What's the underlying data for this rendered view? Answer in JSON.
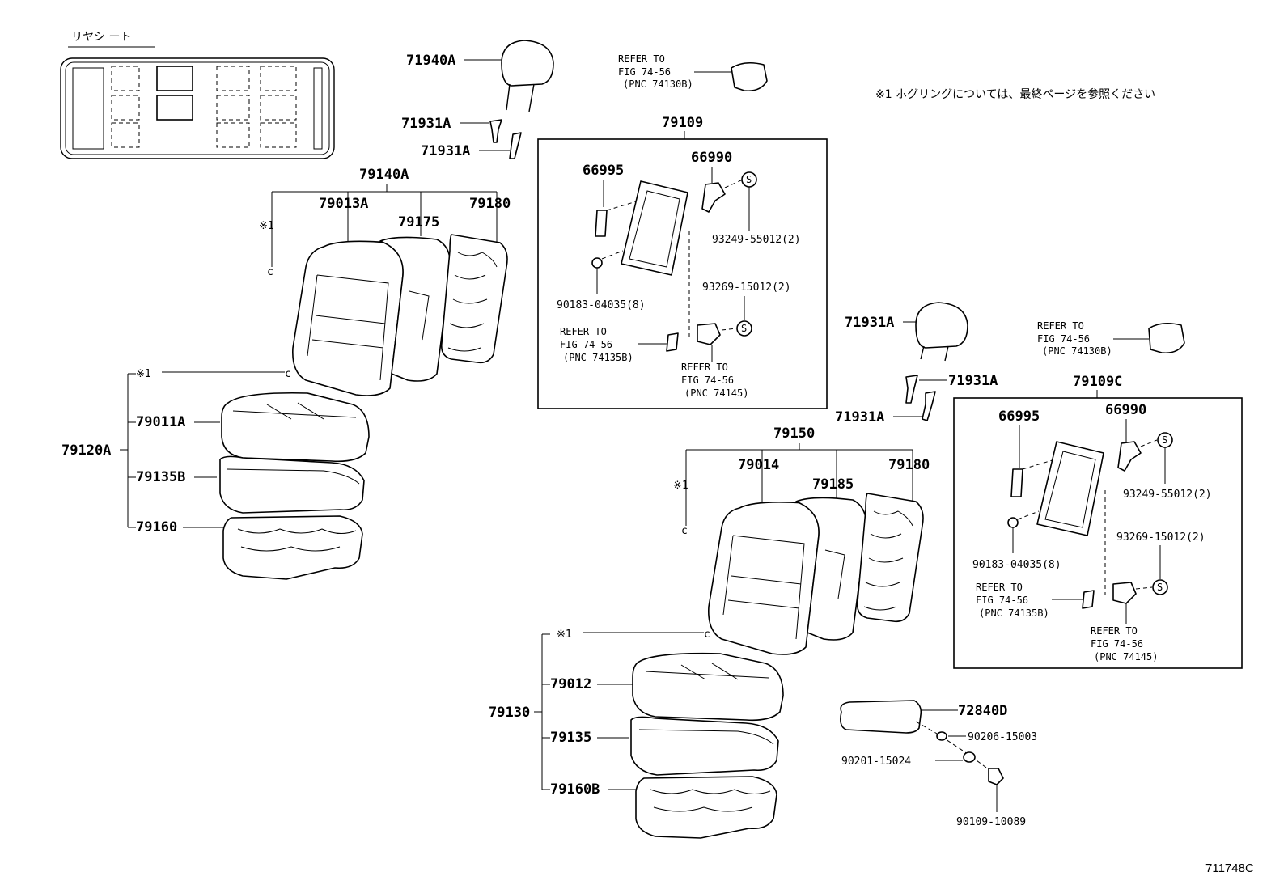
{
  "diagram": {
    "vehicle_label": "リヤシ ート",
    "note": "※1 ホグリングについては、最終ページを参照ください",
    "figure_code": "711748C",
    "marks": {
      "asterisk1": "※1",
      "ring": "c",
      "screw": "S"
    },
    "parts": {
      "p71940A": "71940A",
      "p71931A_1": "71931A",
      "p71931A_2": "71931A",
      "p79140A": "79140A",
      "p79013A": "79013A",
      "p79175": "79175",
      "p79180_1": "79180",
      "p79120A": "79120A",
      "p79011A": "79011A",
      "p79135B": "79135B",
      "p79160": "79160",
      "p79109": "79109",
      "p66995_1": "66995",
      "p66990_1": "66990",
      "p93249_1": "93249-55012(2)",
      "p90183_1": "90183-04035(8)",
      "p93269_1": "93269-15012(2)",
      "p71931A_3": "71931A",
      "p71931A_4": "71931A",
      "p71931A_5": "71931A",
      "p79109C": "79109C",
      "p66995_2": "66995",
      "p66990_2": "66990",
      "p93249_2": "93249-55012(2)",
      "p90183_2": "90183-04035(8)",
      "p93269_2": "93269-15012(2)",
      "p79150": "79150",
      "p79014": "79014",
      "p79185": "79185",
      "p79180_2": "79180",
      "p79130": "79130",
      "p79012": "79012",
      "p79135": "79135",
      "p79160B": "79160B",
      "p72840D": "72840D",
      "p90206": "90206-15003",
      "p90201": "90201-15024",
      "p90109": "90109-10089"
    },
    "refs": {
      "r1": [
        "REFER TO",
        "FIG 74-56",
        "(PNC 74130B)"
      ],
      "r2": [
        "REFER TO",
        "FIG 74-56",
        "(PNC 74135B)"
      ],
      "r3": [
        "REFER TO",
        "FIG 74-56",
        "(PNC 74145)"
      ],
      "r4": [
        "REFER TO",
        "FIG 74-56",
        "(PNC 74130B)"
      ],
      "r5": [
        "REFER TO",
        "FIG 74-56",
        "(PNC 74135B)"
      ],
      "r6": [
        "REFER TO",
        "FIG 74-56",
        "(PNC 74145)"
      ]
    }
  }
}
